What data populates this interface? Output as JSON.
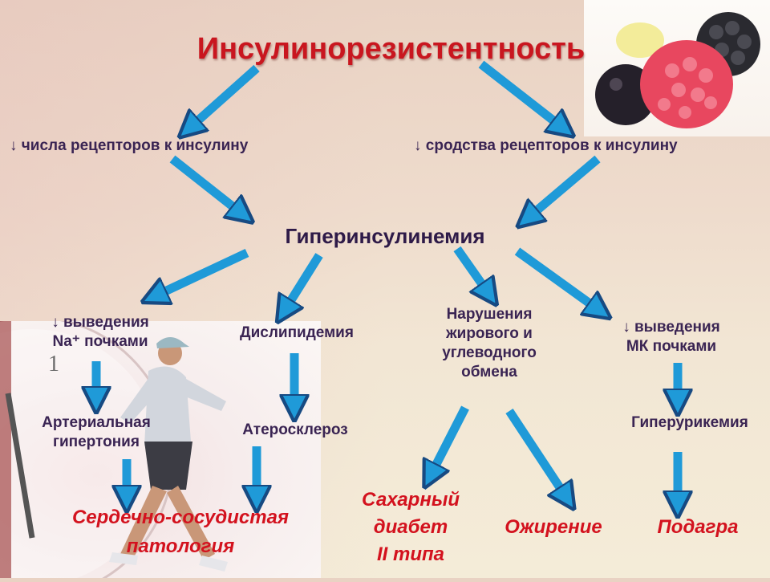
{
  "title": "Инсулинорезистентность",
  "branches": {
    "left": "↓ числа рецепторов к инсулину",
    "right": "↓ сродства рецепторов к инсулину"
  },
  "center": "Гиперинсулинемия",
  "level3": {
    "na_line1": "↓ выведения",
    "na_line2": "Na⁺ почками",
    "dyslipidemia": "Дислипидемия",
    "metab_line1": "Нарушения",
    "metab_line2": "жирового и",
    "metab_line3": "углеводного",
    "metab_line4": "обмена",
    "uric_line1": "↓ выведения",
    "uric_line2": "МК почками"
  },
  "level4": {
    "hyp_line1": "Артериальная",
    "hyp_line2": "гипертония",
    "athero": "Атеросклероз",
    "hyperuric": "Гиперурикемия"
  },
  "outcomes": {
    "cardio_line1": "Сердечно-сосудистая",
    "cardio_line2": "патология",
    "diabetes_line1": "Сахарный",
    "diabetes_line2": "диабет",
    "diabetes_line3": "II типа",
    "obesity": "Ожирение",
    "gout": "Подагра"
  },
  "colors": {
    "arrow_fill": "#1f9ad8",
    "arrow_stroke": "#174a82",
    "title_red": "#c9161f",
    "text_purple": "#3a2453"
  }
}
